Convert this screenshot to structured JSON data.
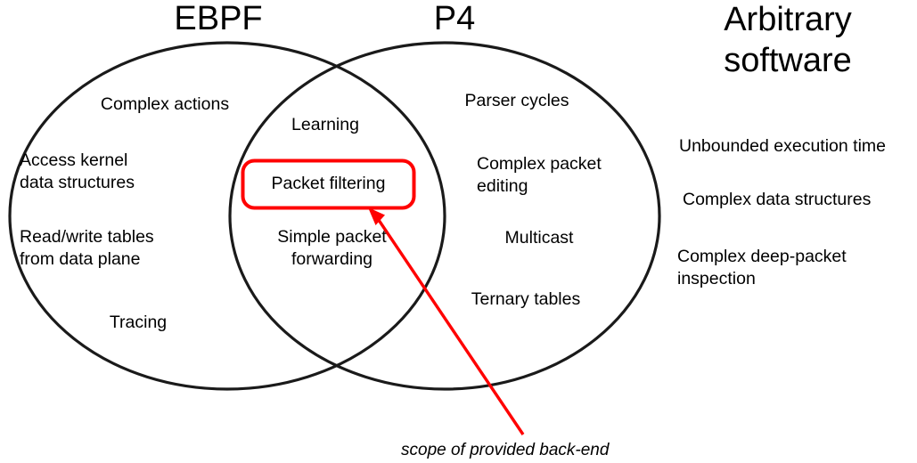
{
  "headings": {
    "left": "EBPF",
    "right": "P4",
    "outside": "Arbitrary\nsoftware"
  },
  "sets": {
    "left_only": [
      "Complex actions",
      "Access kernel\ndata structures",
      "Read/write tables\nfrom data plane",
      "Tracing"
    ],
    "intersection": [
      "Learning",
      "Packet filtering",
      "Simple packet\nforwarding"
    ],
    "right_only": [
      "Parser cycles",
      "Complex packet\nediting",
      "Multicast",
      "Ternary tables"
    ],
    "outside_only": [
      "Unbounded execution time",
      "Complex data structures",
      "Complex deep-packet\ninspection"
    ]
  },
  "highlight": {
    "label": "Packet filtering",
    "color": "#ff0000"
  },
  "annotation": {
    "caption": "scope of provided back-end",
    "color": "#ff0000"
  },
  "style": {
    "stroke": "#1a1a1a",
    "background": "#ffffff"
  }
}
